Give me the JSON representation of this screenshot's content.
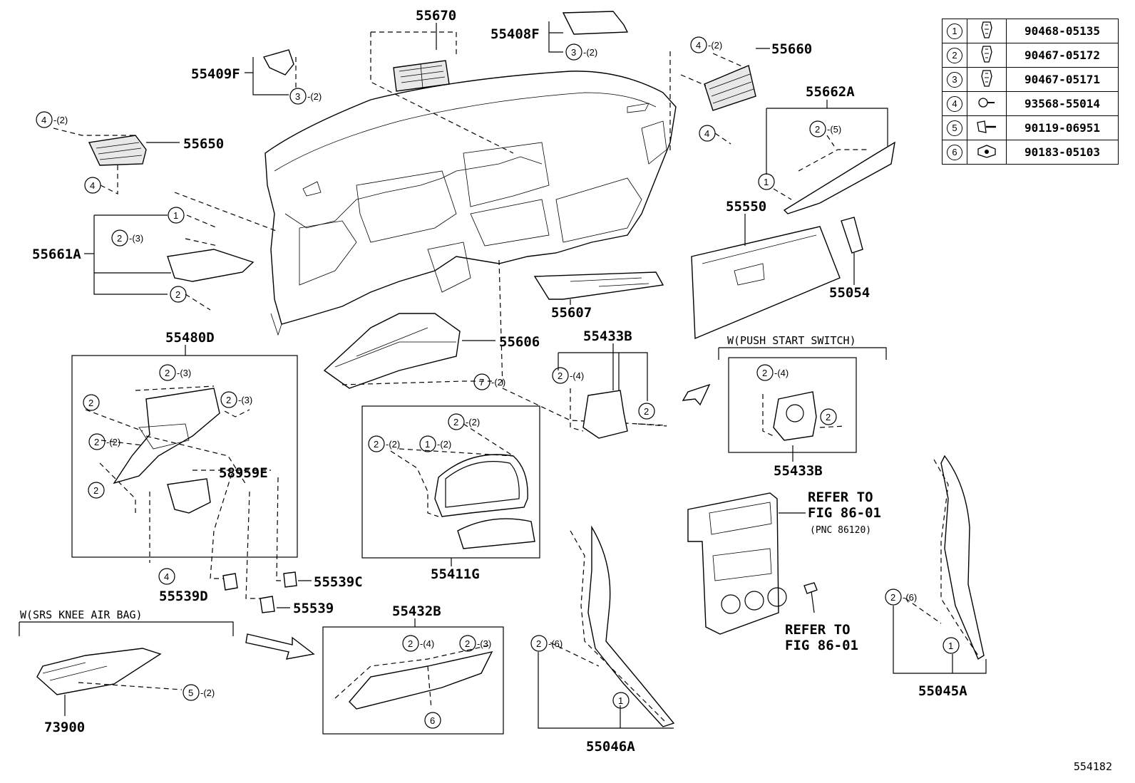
{
  "legend": [
    {
      "ref": "1",
      "part": "90468-05135",
      "icon": "clip-icon"
    },
    {
      "ref": "2",
      "part": "90467-05172",
      "icon": "clip-icon"
    },
    {
      "ref": "3",
      "part": "90467-05171",
      "icon": "clip-icon"
    },
    {
      "ref": "4",
      "part": "93568-55014",
      "icon": "screw-icon"
    },
    {
      "ref": "5",
      "part": "90119-06951",
      "icon": "bolt-icon"
    },
    {
      "ref": "6",
      "part": "90183-05103",
      "icon": "nut-icon"
    }
  ],
  "parts": {
    "p55670": "55670",
    "p55408F": "55408F",
    "p55409F": "55409F",
    "p55660": "55660",
    "p55650": "55650",
    "p55662A": "55662A",
    "p55550": "55550",
    "p55054": "55054",
    "p55661A": "55661A",
    "p55607": "55607",
    "p55606": "55606",
    "p55433B_a": "55433B",
    "p55433B_b": "55433B",
    "p55480D": "55480D",
    "p58959E": "58959E",
    "p55411G": "55411G",
    "p55539C": "55539C",
    "p55539D": "55539D",
    "p55539": "55539",
    "p55432B": "55432B",
    "p73900": "73900",
    "p55046A": "55046A",
    "p55045A": "55045A"
  },
  "callouts": {
    "c1": "1",
    "c2": "2",
    "c3": "3",
    "c4": "4",
    "c5": "5",
    "c6": "6",
    "c7": "7"
  },
  "quantities": {
    "q2": "-(2)",
    "q3": "-(3)",
    "q4": "-(4)",
    "q5": "-(5)",
    "q6": "-(6)"
  },
  "notes": {
    "push_start": "W(PUSH START SWITCH)",
    "srs_knee": "W(SRS KNEE AIR BAG)",
    "refer_to_1": "REFER TO",
    "refer_fig_1": "FIG 86-01",
    "refer_pnc": "(PNC 86120)",
    "refer_to_2": "REFER TO",
    "refer_fig_2": "FIG 86-01"
  },
  "drawing_number": "554182"
}
